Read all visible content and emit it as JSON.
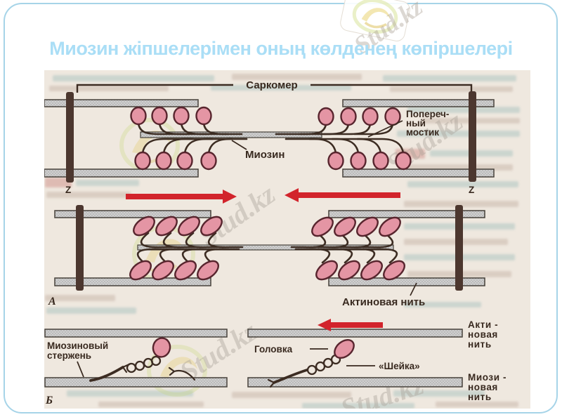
{
  "title": "Миозин жіпшелерімен оның көлденең көпіршелері",
  "watermark": {
    "text": "Stud.kz"
  },
  "colors": {
    "title": "#aadef6",
    "border": "#a6d4e8",
    "scan_bg": "#efe8df",
    "label": "#38291f",
    "line": "#3c2c22",
    "head_fill": "#e495a4",
    "head_stroke": "#58252e",
    "band_fill": "#cfcfcf",
    "band_stroke": "#46413a",
    "zbar": "#4c372f",
    "arrow": "#d2242c",
    "ghost_teal": "#a9c2bf",
    "ghost_warm": "#c6b3a7",
    "ghost_red": "#cf8f88"
  },
  "figure": {
    "top": {
      "sarcomere": "Саркомер",
      "bridge_lines": [
        "Попереч-",
        "ный",
        "мостик"
      ],
      "myosin": "Миозин",
      "z_left": "Z",
      "z_right": "Z"
    },
    "middle": {
      "panel": "А",
      "actin": "Актиновая нить"
    },
    "bottom": {
      "panel": "Б",
      "rod_lines": [
        "Миозиновый",
        "стержень"
      ],
      "head": "Головка",
      "neck": "«Шейка»",
      "actin_lines": [
        "Акти -",
        "новая",
        "нить"
      ],
      "myosin_lines": [
        "Миози -",
        "новая",
        "нить"
      ]
    }
  }
}
